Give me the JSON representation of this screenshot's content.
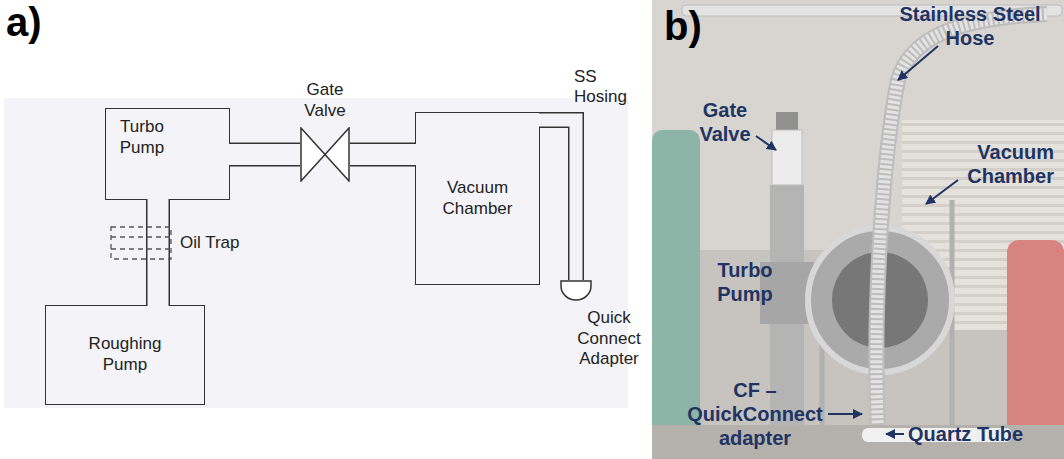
{
  "diagram": {
    "nodes": [
      {
        "text": [
          "Turbo Pump"
        ]
      },
      {
        "text": [
          "Gate Valve"
        ]
      },
      {
        "text": [
          "Vacuum Chamber"
        ]
      },
      {
        "text": [
          "Quick Connect Adapter"
        ]
      },
      {
        "text": [
          "Oil Trap"
        ]
      },
      {
        "text": [
          "Roughing Pump"
        ]
      }
    ],
    "edges": [
      {
        "from": 0,
        "to": 1,
        "arrow": "none"
      },
      {
        "from": 1,
        "to": 2,
        "arrow": "none"
      },
      {
        "from": 2,
        "to": 3,
        "label": "SS Hosing",
        "arrow": "none"
      },
      {
        "from": 0,
        "to": 5,
        "arrow": "none"
      }
    ],
    "labels": [
      "a)",
      "b)",
      "Stainless Steel Hose",
      "Gate Valve",
      "Vacuum Chamber",
      "Turbo Pump",
      "CF – QuickConnect adapter",
      "Quartz Tube"
    ]
  }
}
